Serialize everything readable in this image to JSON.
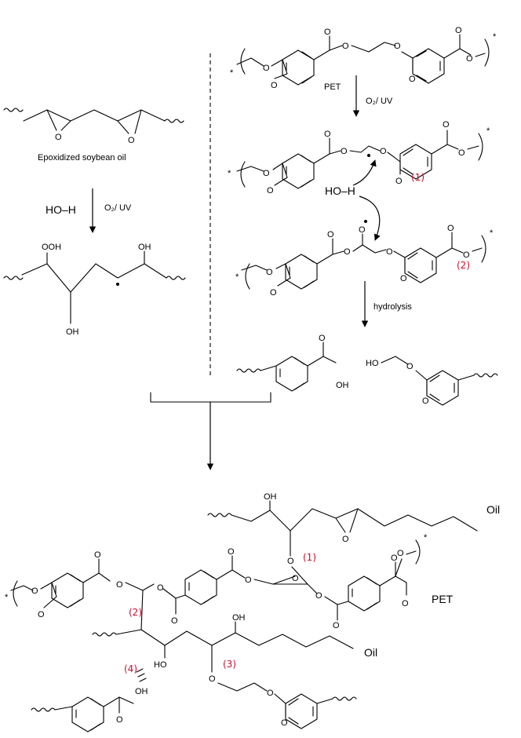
{
  "labels": {
    "pet": "PET",
    "pet2": "PET",
    "oil1": "Oil",
    "oil2": "Oil",
    "eso": "Epoxidized soybean oil",
    "water_left": "HO–H",
    "water_right": "HO–H",
    "o2uv_left": "O₂/ UV",
    "o2uv_right": "O₂/ UV",
    "hydrolysis": "hydrolysis",
    "site1": "(1)",
    "site2": "(2)",
    "site3": "(3)",
    "site4": "(4)",
    "site1b": "(1)",
    "site2b": "(2)"
  },
  "atoms": {
    "O": "O",
    "OH": "OH",
    "OOH": "OOH",
    "HO": "HO",
    "star": "*"
  },
  "colors": {
    "site_label": "#c8102e",
    "ink": "#000000"
  }
}
